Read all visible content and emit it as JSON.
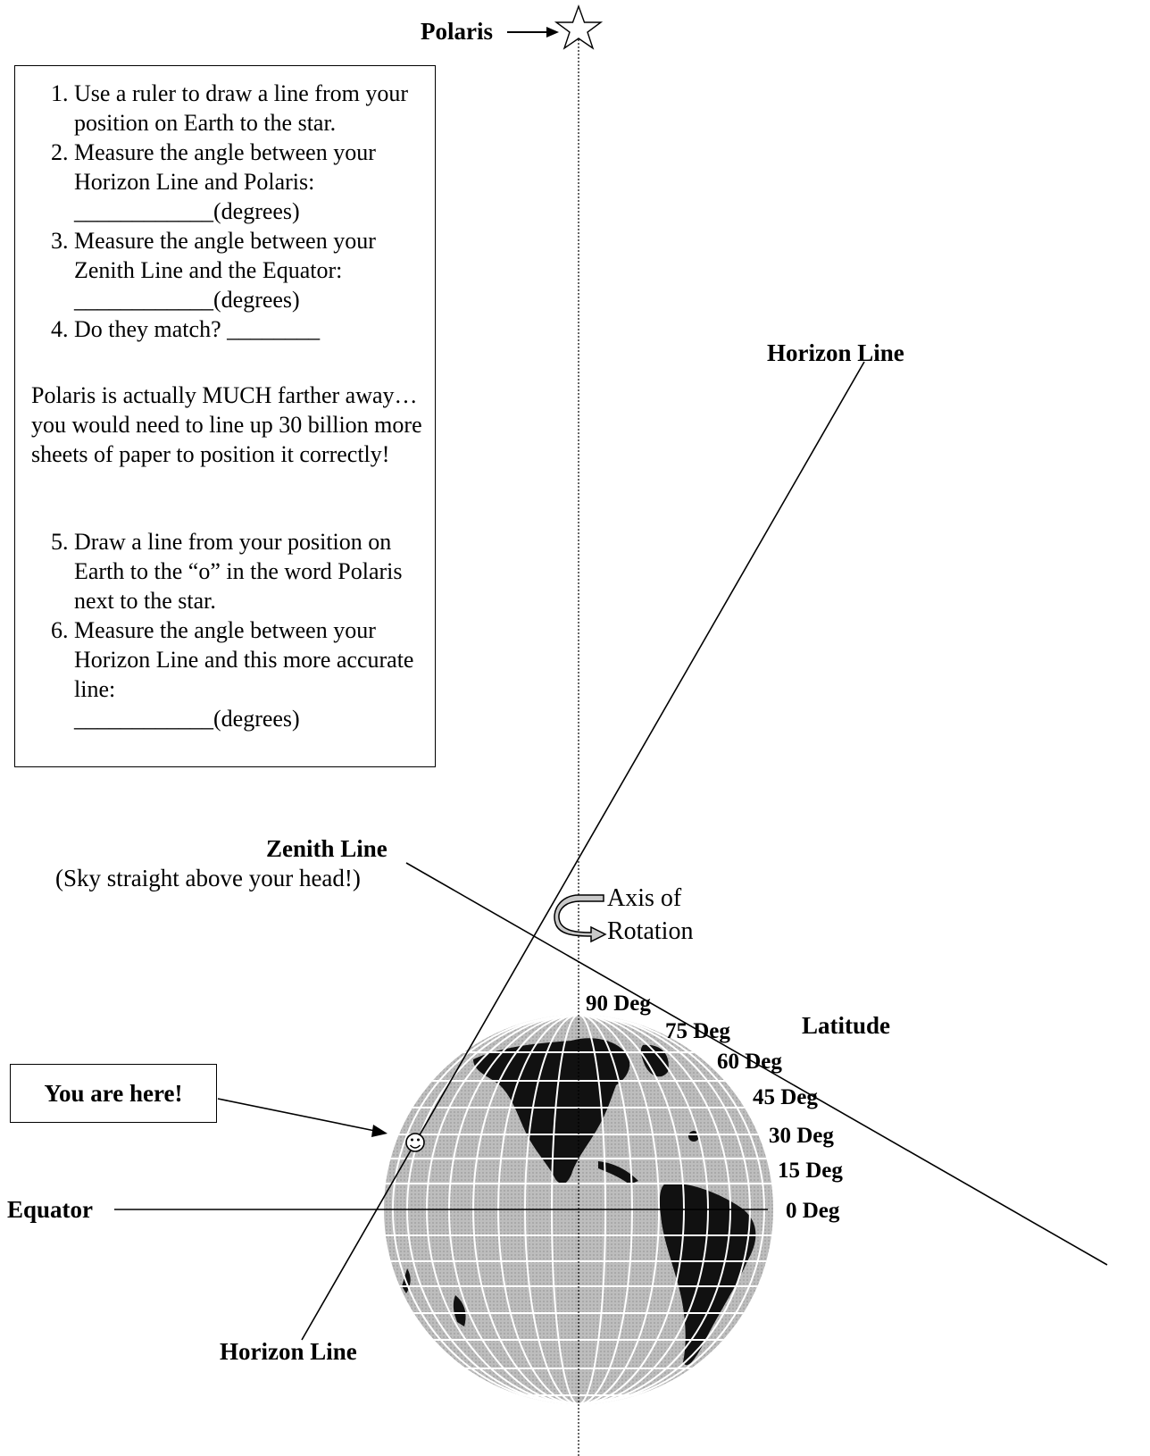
{
  "labels": {
    "polaris": "Polaris",
    "horizon_top": "Horizon Line",
    "horizon_bottom": "Horizon Line",
    "zenith": "Zenith Line",
    "zenith_sub": "(Sky straight above your head!)",
    "axis_line1": "Axis of",
    "axis_line2": "Rotation",
    "latitude": "Latitude",
    "equator": "Equator",
    "you_are_here": "You are here!"
  },
  "latitude_ticks": [
    "90 Deg",
    "75 Deg",
    "60 Deg",
    "45 Deg",
    "30 Deg",
    "15 Deg",
    "0 Deg"
  ],
  "instructions": {
    "steps_a": [
      {
        "text": "Use a ruler to draw a line from your position on Earth to the star."
      },
      {
        "text": "Measure the angle between your Horizon Line and Polaris:",
        "blank": "____________(degrees)"
      },
      {
        "text": "Measure the angle between your Zenith Line and the Equator:",
        "blank": "____________(degrees)"
      },
      {
        "text": "Do they match? ________"
      }
    ],
    "note": "Polaris is actually MUCH farther away… you would need to line up 30 billion more sheets of paper to position it correctly!",
    "steps_b": [
      {
        "text": "Draw a line from your position on Earth to the “o” in the word Polaris next to the star."
      },
      {
        "text": "Measure the angle between your Horizon Line and this more accurate line:",
        "blank": "____________(degrees)"
      }
    ]
  },
  "colors": {
    "globe_ocean": "#b9b9b9",
    "globe_land": "#111111",
    "grid": "#ffffff",
    "ink": "#000000"
  }
}
